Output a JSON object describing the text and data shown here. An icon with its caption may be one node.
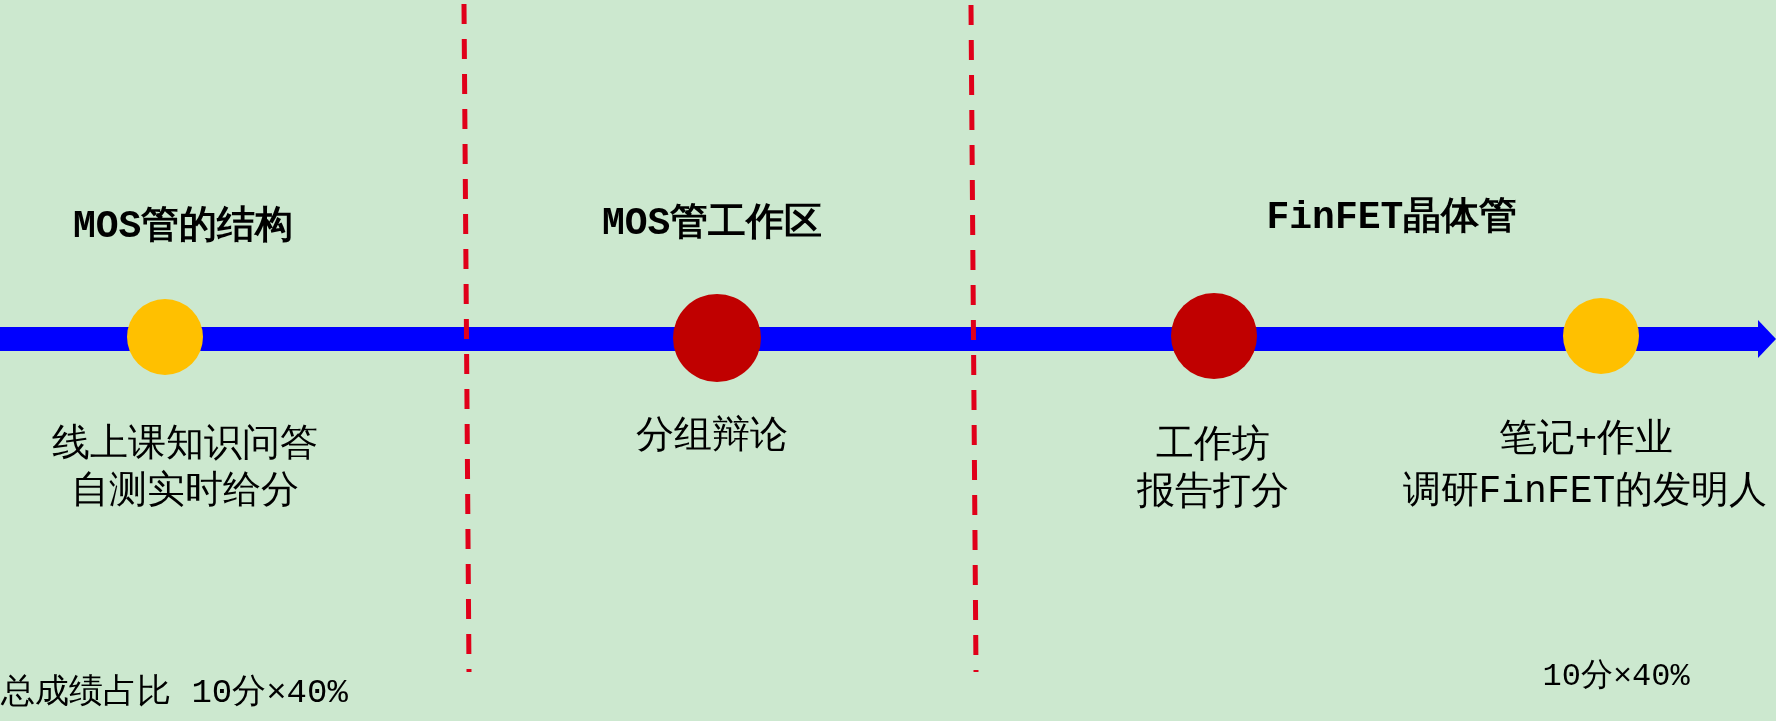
{
  "diagram": {
    "nodes": [
      {
        "text": [],
        "shape": "circle",
        "beside": [
          "线上课知识问答",
          "自测实时给分"
        ]
      },
      {
        "text": [],
        "shape": "circle",
        "beside": [
          "分组辩论"
        ]
      },
      {
        "text": [],
        "shape": "circle",
        "beside": [
          "工作坊",
          "报告打分"
        ]
      },
      {
        "text": [],
        "shape": "circle",
        "beside": [
          "笔记+作业",
          "调研FinFET的发明人"
        ]
      }
    ],
    "labels": [
      "MOS管的结构",
      "MOS管工作区",
      "FinFET晶体管",
      "总成绩占比 10分×40%",
      "10分×40%"
    ]
  }
}
